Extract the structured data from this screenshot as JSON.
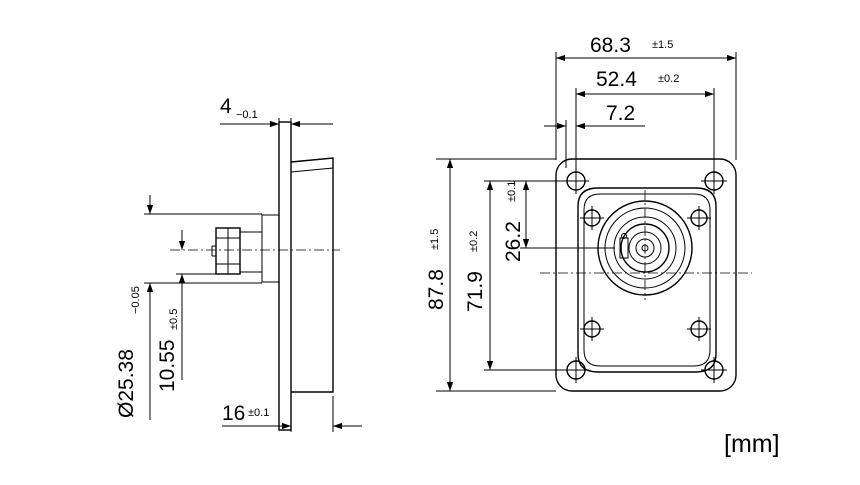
{
  "side_view": {
    "thickness": {
      "value": "4",
      "tol": "−0.1"
    },
    "diameter": {
      "value": "Ø25.38",
      "tol": "−0.05"
    },
    "offset": {
      "value": "10.55",
      "tol": "±0.5"
    },
    "depth": {
      "value": "16",
      "tol": "±0.1"
    }
  },
  "front_view": {
    "width_outer": {
      "value": "68.3",
      "tol": "±1.5"
    },
    "width_holes": {
      "value": "52.4",
      "tol": "±0.2"
    },
    "hole_offset": {
      "value": "7.2"
    },
    "height_outer": {
      "value": "87.8",
      "tol": "±1.5"
    },
    "height_holes": {
      "value": "71.9",
      "tol": "±0.2"
    },
    "center_offset": {
      "value": "26.2",
      "tol": "±0.1"
    }
  },
  "units": "[mm]"
}
